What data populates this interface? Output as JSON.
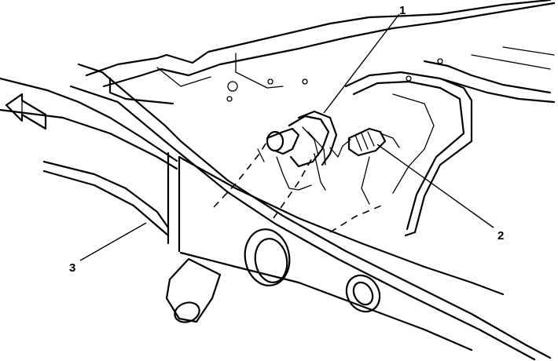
{
  "callouts": {
    "c1": "1",
    "c2": "2",
    "c3": "3"
  },
  "icons": {
    "direction_arrow": "forward-arrow-icon"
  },
  "colors": {
    "line": "#000000",
    "background": "#ffffff"
  }
}
